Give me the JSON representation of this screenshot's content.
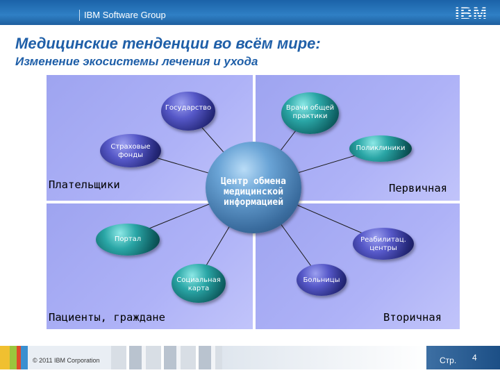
{
  "header": {
    "group": "IBM Software Group",
    "logo": "IBM"
  },
  "title": "Медицинские тенденции во всём мире:",
  "subtitle": {
    "plain": "Изменение экосистемы ",
    "italic": "лечения",
    "rest": " и ухода"
  },
  "diagram": {
    "center": "Центр обмена\nмедицинской\nинформацией",
    "nodes": {
      "government": "Государство",
      "gp": "Врачи общей\nпрактики",
      "insurance": "Страховые\nфонды",
      "polyclinics": "Поликлиники",
      "portal": "Портал",
      "rehab": "Реабилитац.\nцентры",
      "social_card": "Социальная\nкарта",
      "hospitals": "Больницы"
    },
    "quadrants": {
      "payers": "Плательщики",
      "primary": "Первичная",
      "patients": "Пациенты, граждане",
      "secondary": "Вторичная"
    },
    "colors": {
      "quadrant": "#a8acf5",
      "blue_node": "#3a3ca8",
      "teal_node": "#1a8688",
      "center_node": "#4d82b8"
    }
  },
  "footer": {
    "copyright": "© 2011 IBM Corporation",
    "page_label": "Стр.",
    "page_number": "4"
  }
}
